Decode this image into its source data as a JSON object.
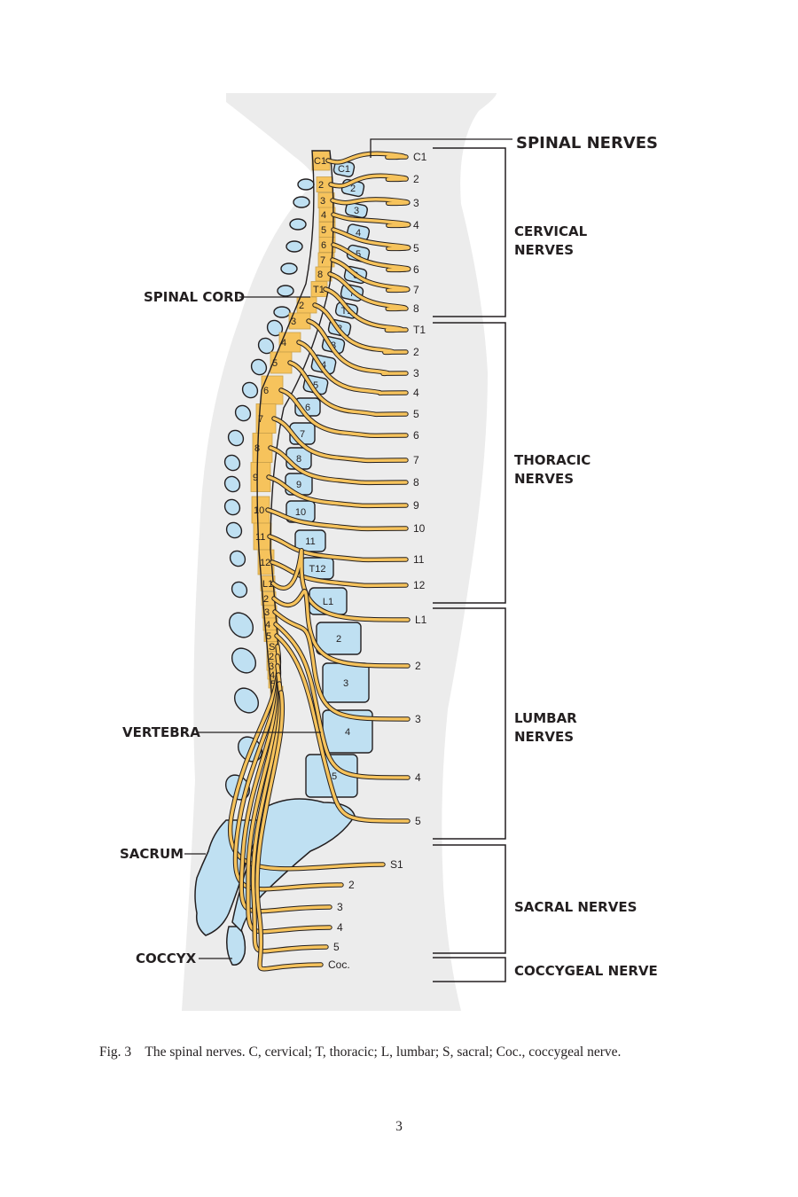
{
  "figure": {
    "title": "SPINAL NERVES",
    "pointer_labels": {
      "spinal_cord": "SPINAL CORD",
      "vertebra": "VERTEBRA",
      "sacrum": "SACRUM",
      "coccyx": "COCCYX"
    },
    "groups": [
      {
        "name": "CERVICAL",
        "line2": "NERVES"
      },
      {
        "name": "THORACIC",
        "line2": "NERVES"
      },
      {
        "name": "LUMBAR",
        "line2": "NERVES"
      },
      {
        "name": "SACRAL NERVES",
        "line2": ""
      },
      {
        "name": "COCCYGEAL NERVE",
        "line2": ""
      }
    ],
    "nerve_labels": [
      "C1",
      "2",
      "3",
      "4",
      "5",
      "6",
      "7",
      "8",
      "T1",
      "2",
      "3",
      "4",
      "5",
      "6",
      "7",
      "8",
      "9",
      "10",
      "11",
      "12",
      "L1",
      "2",
      "3",
      "4",
      "5",
      "S1",
      "2",
      "3",
      "4",
      "5",
      "Coc."
    ],
    "cord_segments": [
      "C1",
      "2",
      "3",
      "4",
      "5",
      "6",
      "7",
      "8",
      "T1",
      "2",
      "3",
      "4",
      "5",
      "6",
      "7",
      "8",
      "9",
      "10",
      "11",
      "12",
      "L1",
      "2",
      "3",
      "4",
      "5",
      "S1",
      "2",
      "3",
      "4",
      "5",
      "C"
    ],
    "vertebra_labels": [
      "C1",
      "2",
      "3",
      "4",
      "5",
      "6",
      "7",
      "T1",
      "2",
      "3",
      "4",
      "5",
      "6",
      "7",
      "8",
      "9",
      "10",
      "11",
      "T12",
      "L1",
      "2",
      "3",
      "4",
      "L5"
    ],
    "colors": {
      "nerve": "#f6c35c",
      "bone": "#bfe0f2",
      "outline": "#231f20",
      "body": "#ececec"
    }
  },
  "caption": {
    "label": "Fig. 3",
    "text": "The spinal nerves. C, cervical; T, thoracic; L, lumbar; S, sacral; Coc., coccygeal nerve."
  },
  "page_number": "3"
}
